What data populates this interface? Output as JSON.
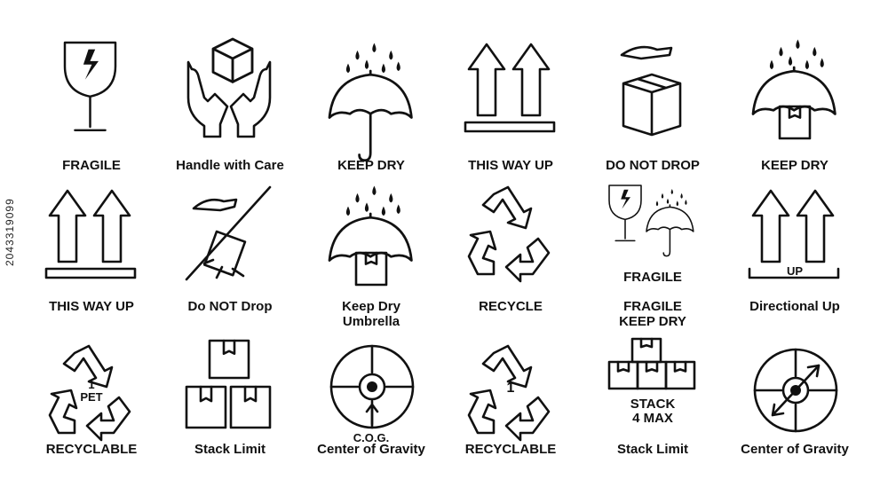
{
  "stock_id": "2043319099",
  "icons": [
    {
      "label": "FRAGILE",
      "icon": "fragile-glass-icon"
    },
    {
      "label": "Handle with Care",
      "icon": "hands-box-icon"
    },
    {
      "label": "KEEP DRY",
      "icon": "umbrella-rain-icon"
    },
    {
      "label": "THIS WAY UP",
      "icon": "arrows-up-icon"
    },
    {
      "label": "DO NOT DROP",
      "icon": "hand-dropping-box-icon"
    },
    {
      "label": "KEEP DRY",
      "icon": "umbrella-box-icon"
    },
    {
      "label": "THIS WAY UP",
      "icon": "arrows-up-icon"
    },
    {
      "label": "Do NOT Drop",
      "icon": "crossed-drop-icon"
    },
    {
      "label": "Keep Dry\nUmbrella",
      "icon": "umbrella-box-icon"
    },
    {
      "label": "RECYCLE",
      "icon": "recycle-icon"
    },
    {
      "label": "FRAGILE\nKEEP DRY",
      "icon": "fragile-keep-dry-icon",
      "inner": "FRAGILE"
    },
    {
      "label": "Directional Up",
      "icon": "arrows-up-label-icon",
      "inner": "UP"
    },
    {
      "label": "RECYCLABLE",
      "icon": "recycle-pet-icon",
      "inner": "1\nPET"
    },
    {
      "label": "Stack Limit",
      "icon": "stacked-boxes-icon"
    },
    {
      "label": "Center of Gravity",
      "icon": "center-gravity-icon",
      "inner": "C.O.G."
    },
    {
      "label": "RECYCLABLE",
      "icon": "recycle-number-icon",
      "inner": "1"
    },
    {
      "label": "Stack Limit",
      "icon": "stack-max-icon",
      "inner": "STACK\n4 MAX"
    },
    {
      "label": "Center of Gravity",
      "icon": "center-gravity-arrows-icon"
    }
  ]
}
